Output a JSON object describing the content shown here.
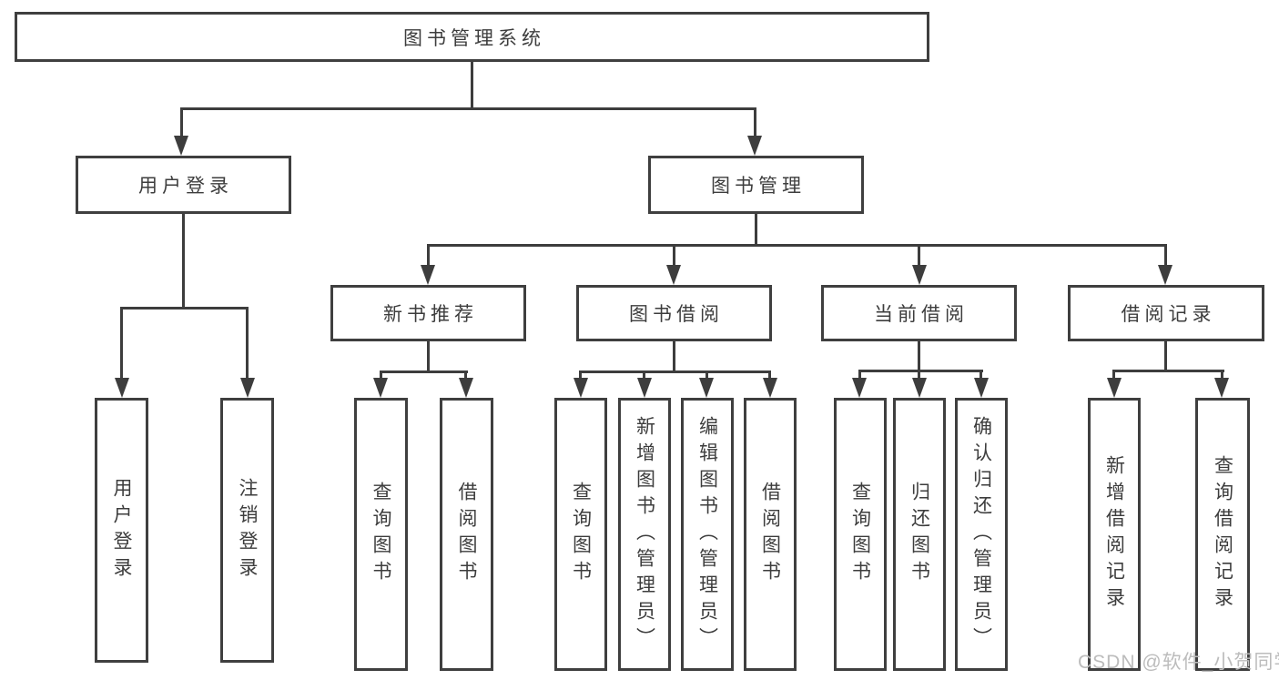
{
  "colors": {
    "line": "#3d3d3d",
    "border": "#3f3f3f",
    "text": "#3d3d3d",
    "watermark": "#bcbcbc",
    "background": "#ffffff"
  },
  "tree": {
    "root": {
      "label": "图书管理系统"
    },
    "branches": [
      {
        "label": "用户登录",
        "children": [
          {
            "label": "用户登录"
          },
          {
            "label": "注销登录"
          }
        ]
      },
      {
        "label": "图书管理",
        "children": [
          {
            "label": "新书推荐",
            "children": [
              {
                "label": "查询图书"
              },
              {
                "label": "借阅图书"
              }
            ]
          },
          {
            "label": "图书借阅",
            "children": [
              {
                "label": "查询图书"
              },
              {
                "label": "新增图书（管理员）"
              },
              {
                "label": "编辑图书（管理员）"
              },
              {
                "label": "借阅图书"
              }
            ]
          },
          {
            "label": "当前借阅",
            "children": [
              {
                "label": "查询图书"
              },
              {
                "label": "归还图书"
              },
              {
                "label": "确认归还（管理员）"
              }
            ]
          },
          {
            "label": "借阅记录",
            "children": [
              {
                "label": "新增借阅记录"
              },
              {
                "label": "查询借阅记录"
              }
            ]
          }
        ]
      }
    ]
  },
  "watermark": {
    "text": "CSDN @软件_小贺同学"
  }
}
